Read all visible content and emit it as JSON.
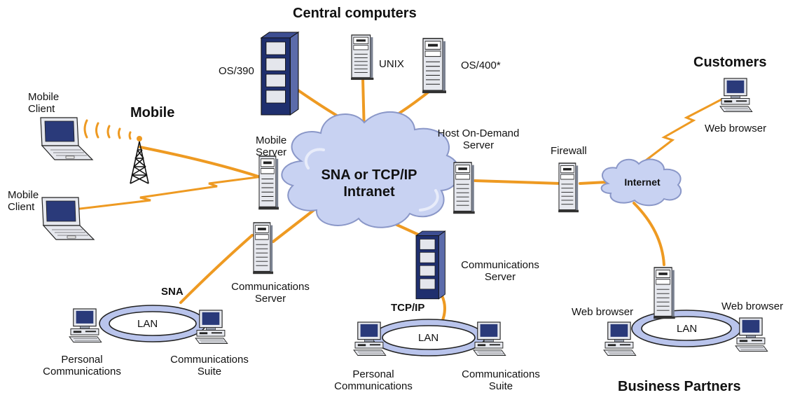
{
  "titles": {
    "central": "Central computers",
    "customers": "Customers",
    "mobile": "Mobile",
    "partners": "Business Partners"
  },
  "clouds": {
    "intranet_line1": "SNA or TCP/IP",
    "intranet_line2": "Intranet",
    "internet": "Internet"
  },
  "labels": {
    "os390": "OS/390",
    "unix": "UNIX",
    "os400": "OS/400*",
    "mobile_client_1_line1": "Mobile",
    "mobile_client_1_line2": "Client",
    "mobile_client_2_line1": "Mobile",
    "mobile_client_2_line2": "Client",
    "mobile_server_line1": "Mobile",
    "mobile_server_line2": "Server",
    "hod_server_line1": "Host On-Demand",
    "hod_server_line2": "Server",
    "firewall": "Firewall",
    "customer_browser": "Web browser",
    "comm_server_left_line1": "Communications",
    "comm_server_left_line2": "Server",
    "comm_server_center_line1": "Communications",
    "comm_server_center_line2": "Server",
    "sna": "SNA",
    "tcpip": "TCP/IP",
    "lan_left": "LAN",
    "lan_center": "LAN",
    "lan_right": "LAN",
    "pcomm_left_line1": "Personal",
    "pcomm_left_line2": "Communications",
    "csuite_left_line1": "Communications",
    "csuite_left_line2": "Suite",
    "pcomm_center_line1": "Personal",
    "pcomm_center_line2": "Communications",
    "csuite_center_line1": "Communications",
    "csuite_center_line2": "Suite",
    "partner_browser_left": "Web browser",
    "partner_browser_right": "Web browser"
  },
  "colors": {
    "link": "#EE9A22",
    "cloud": "#C8D2F2",
    "cloud_edge": "#8A97C8",
    "server_light": "#E4E6EC",
    "server_dark": "#1F2F6E",
    "lan_ring": "#B9C4EC"
  }
}
